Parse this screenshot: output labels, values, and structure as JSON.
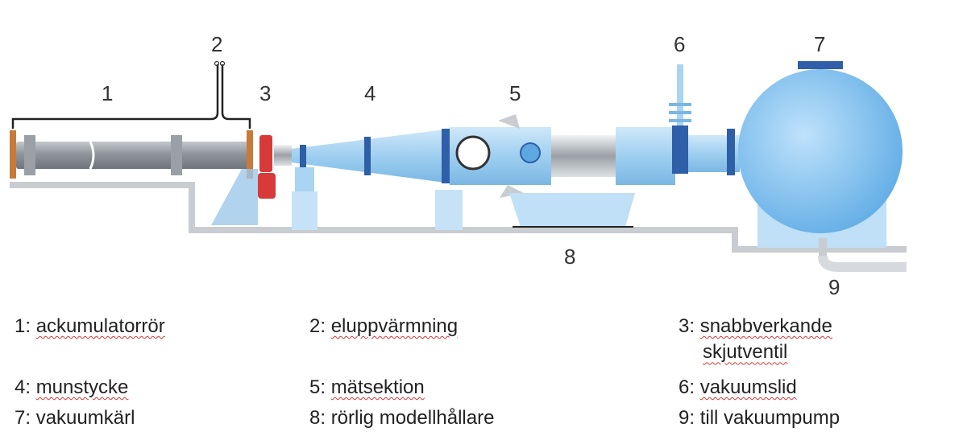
{
  "diagram": {
    "numbers": [
      "1",
      "2",
      "3",
      "4",
      "5",
      "6",
      "7",
      "8",
      "9"
    ]
  },
  "legend": [
    {
      "num": "1:",
      "term": "ackumulatorrör",
      "spell": true
    },
    {
      "num": "2:",
      "term": "eluppvärmning",
      "spell": true
    },
    {
      "num": "3:",
      "term": "snabbverkande",
      "term2": "skjutventil",
      "spell": true
    },
    {
      "num": "4:",
      "term": "munstycke",
      "spell": true
    },
    {
      "num": "5:",
      "term": "mätsektion",
      "spell": true
    },
    {
      "num": "6:",
      "term": "vakuumslid",
      "spell": true
    },
    {
      "num": "7:",
      "term": "vakuumkärl",
      "spell": false
    },
    {
      "num": "8:",
      "term": "rörlig modellhållare",
      "spell": false
    },
    {
      "num": "9:",
      "term": "till vakuumpump",
      "spell": false
    }
  ],
  "colors": {
    "tube": "#9aa0a6",
    "nozzle": "#a9d4f2",
    "flange": "#2f5fa8",
    "sphere": "#7cc0f0",
    "valve": "#d83a3a",
    "copper": "#c87a3a"
  }
}
